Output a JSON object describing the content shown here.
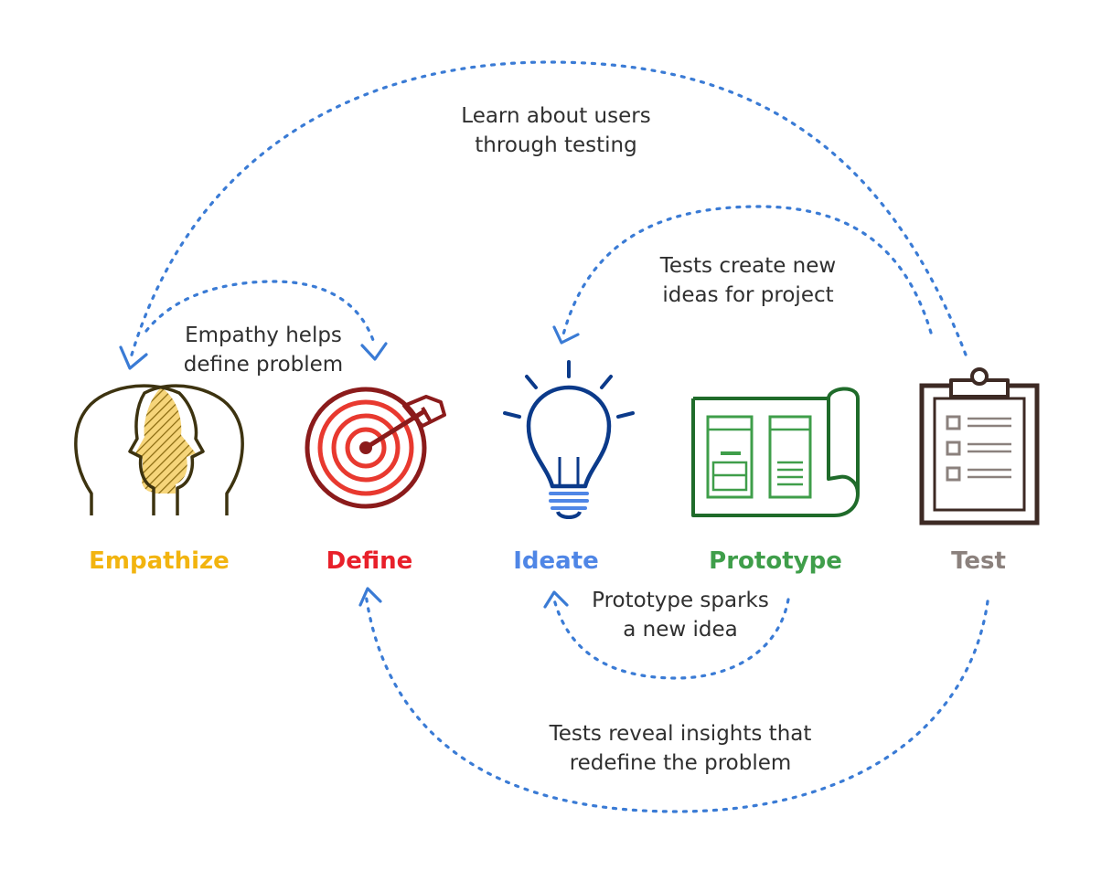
{
  "colors": {
    "loop": "#3a7bd5",
    "empathize": "#f2b40f",
    "define": "#e8202a",
    "ideate": "#4f86e6",
    "prototype": "#3f9e4a",
    "test": "#8b817d",
    "empathize_icon": "#3d3310",
    "define_icon_dark": "#8b1b1b",
    "define_icon_light": "#e8392f",
    "ideate_icon": "#0b3a8a",
    "prototype_icon": "#1f6b2a",
    "test_icon": "#3d2a24"
  },
  "stages": [
    {
      "id": "empathize",
      "label": "Empathize",
      "icon": "two-heads-icon"
    },
    {
      "id": "define",
      "label": "Define",
      "icon": "target-arrow-icon"
    },
    {
      "id": "ideate",
      "label": "Ideate",
      "icon": "lightbulb-icon"
    },
    {
      "id": "prototype",
      "label": "Prototype",
      "icon": "blueprint-icon"
    },
    {
      "id": "test",
      "label": "Test",
      "icon": "clipboard-checklist-icon"
    }
  ],
  "notes": {
    "learn": [
      "Learn about users",
      "through testing"
    ],
    "empathy": [
      "Empathy helps",
      "define problem"
    ],
    "tests_ideas": [
      "Tests create new",
      "ideas for project"
    ],
    "prototype_sparks": [
      "Prototype sparks",
      "a new idea"
    ],
    "tests_reveal": [
      "Tests reveal insights that",
      "redefine the problem"
    ]
  }
}
